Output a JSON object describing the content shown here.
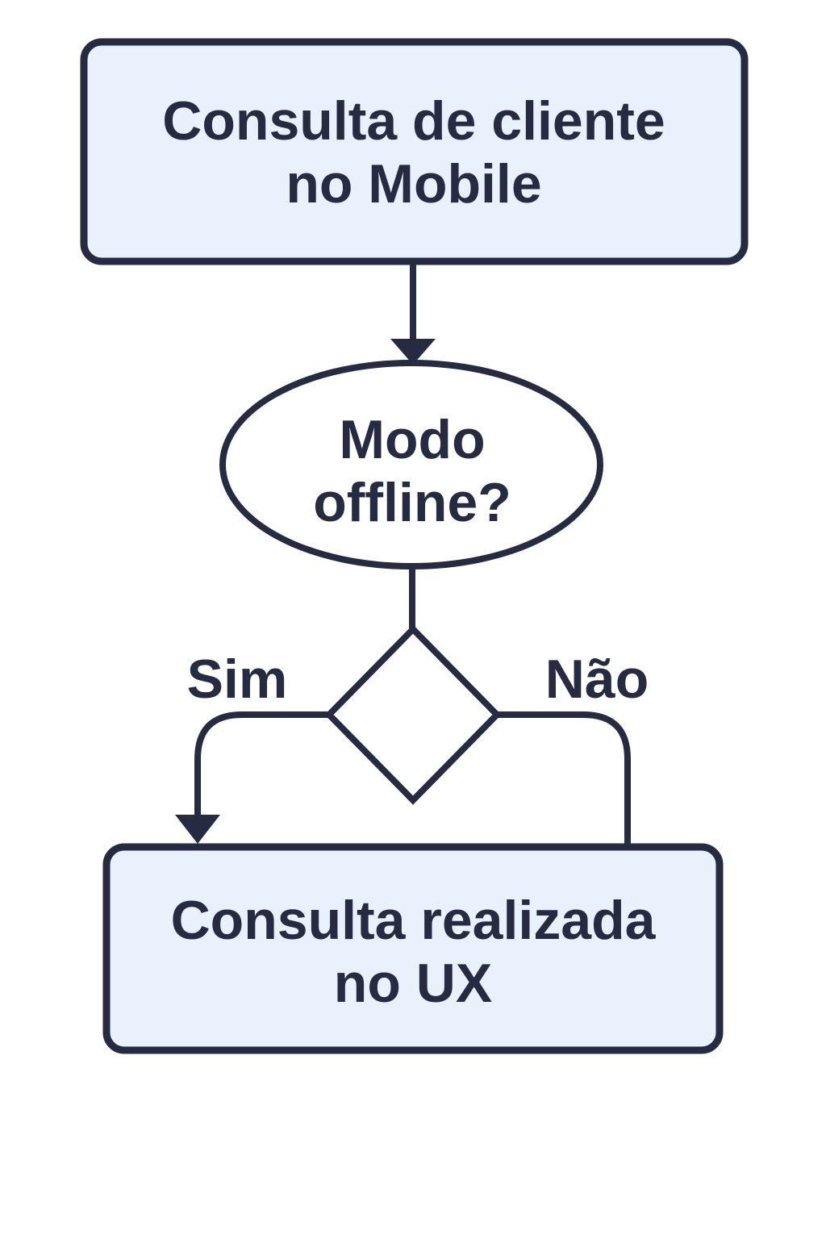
{
  "diagram": {
    "title": "Mobile offline consultation flowchart",
    "nodes": {
      "start": {
        "type": "process",
        "line1": "Consulta de cliente",
        "line2": "no Mobile"
      },
      "decision": {
        "type": "decision",
        "line1": "Modo",
        "line2": "offline?"
      },
      "end": {
        "type": "process",
        "line1": "Consulta realizada",
        "line2": "no UX"
      }
    },
    "edges": {
      "yes_label": "Sim",
      "no_label": "Não"
    },
    "colors": {
      "background": "#ffffff",
      "stroke": "#272b42",
      "text": "#272b42",
      "process_fill": "#e9f1fc",
      "decision_fill": "#ffffff"
    }
  }
}
